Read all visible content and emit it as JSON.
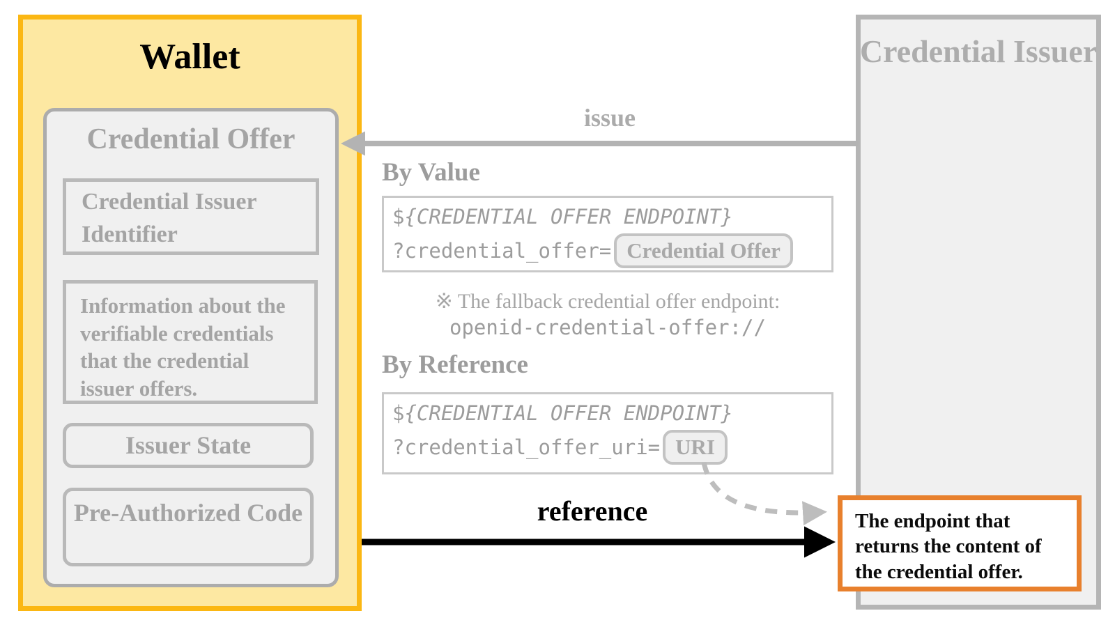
{
  "wallet": {
    "title": "Wallet",
    "credential_offer": {
      "title": "Credential Offer",
      "issuer_identifier": "Credential Issuer Identifier",
      "credentials_info": "Information about the verifiable credentials that the credential issuer offers.",
      "issuer_state": "Issuer State",
      "pre_authorized_code": "Pre-Authorized Code"
    }
  },
  "issuer": {
    "title": "Credential Issuer"
  },
  "flows": {
    "issue_label": "issue",
    "reference_label": "reference"
  },
  "by_value": {
    "heading": "By Value",
    "code_dollar": "$",
    "code_braced": "{CREDENTIAL OFFER ENDPOINT}",
    "code_query": "?credential_offer=",
    "pill_label": "Credential Offer",
    "fallback_note": "※ The fallback credential offer endpoint:",
    "fallback_scheme": "openid-credential-offer://"
  },
  "by_reference": {
    "heading": "By Reference",
    "code_dollar": "$",
    "code_braced": "{CREDENTIAL OFFER ENDPOINT}",
    "code_query": "?credential_offer_uri=",
    "pill_label": "URI"
  },
  "endpoint_note": {
    "lines": [
      "The endpoint that",
      "returns the content of",
      "the credential offer."
    ]
  },
  "colors": {
    "wallet_border": "#FBB713",
    "wallet_fill": "#FDE8A2",
    "panel_fill": "#F0F0F0",
    "gray_border": "#B5B5B5",
    "gray_text": "#A4A4A4",
    "arrow_gray": "#B3B3B3",
    "arrow_black": "#000000",
    "orange_border": "#E8802D"
  }
}
